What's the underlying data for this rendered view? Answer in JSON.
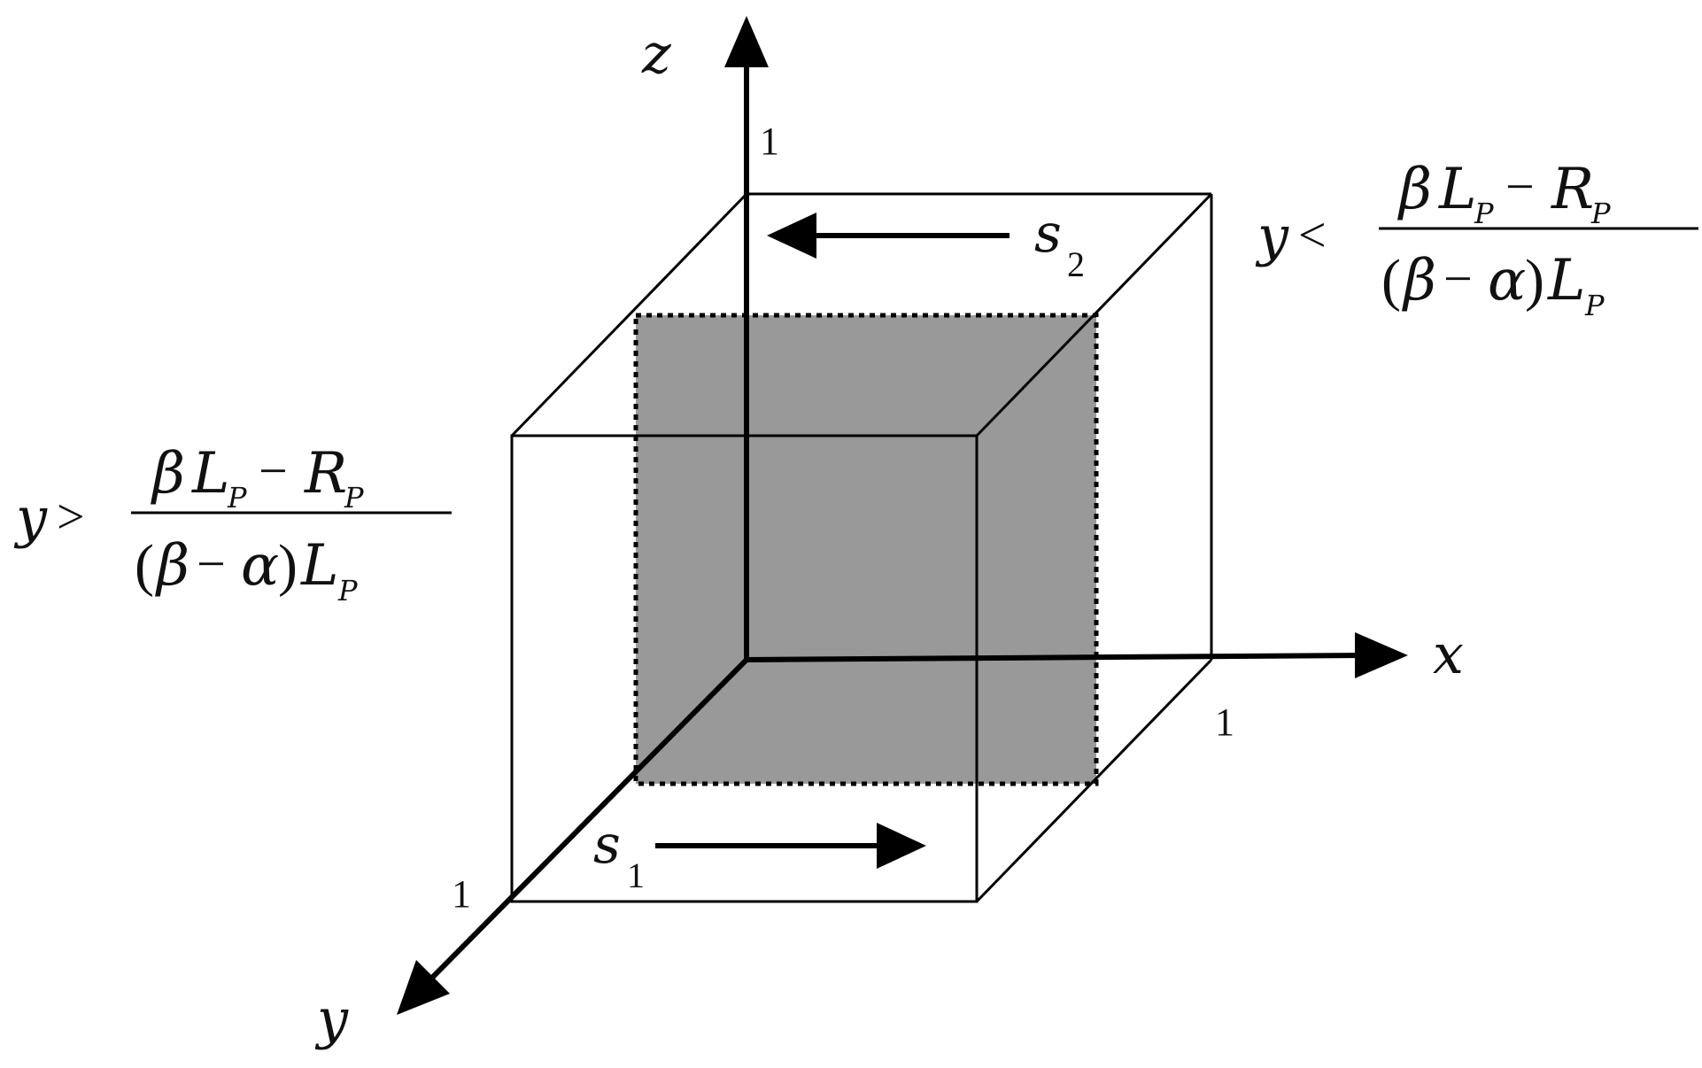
{
  "axes": {
    "x_label": "x",
    "y_label": "y",
    "z_label": "z",
    "x_tick": "1",
    "y_tick": "1",
    "z_tick": "1"
  },
  "strategies": {
    "s1": {
      "letter": "s",
      "subscript": "1"
    },
    "s2": {
      "letter": "s",
      "subscript": "2"
    }
  },
  "conditions": {
    "upper": {
      "lhs": "y",
      "relation": "<",
      "num_beta": "β",
      "num_L": "L",
      "num_L_sub": "P",
      "num_minus": "−",
      "num_R": "R",
      "num_R_sub": "P",
      "den_open": "(",
      "den_beta": "β",
      "den_minus": "−",
      "den_alpha": "α",
      "den_close": ")",
      "den_L": "L",
      "den_L_sub": "P"
    },
    "lower": {
      "lhs": "y",
      "relation": ">",
      "num_beta": "β",
      "num_L": "L",
      "num_L_sub": "P",
      "num_minus": "−",
      "num_R": "R",
      "num_R_sub": "P",
      "den_open": "(",
      "den_beta": "β",
      "den_minus": "−",
      "den_alpha": "α",
      "den_close": ")",
      "den_L": "L",
      "den_L_sub": "P"
    }
  },
  "colors": {
    "shaded_plane": "#999999",
    "lines": "#000000"
  }
}
